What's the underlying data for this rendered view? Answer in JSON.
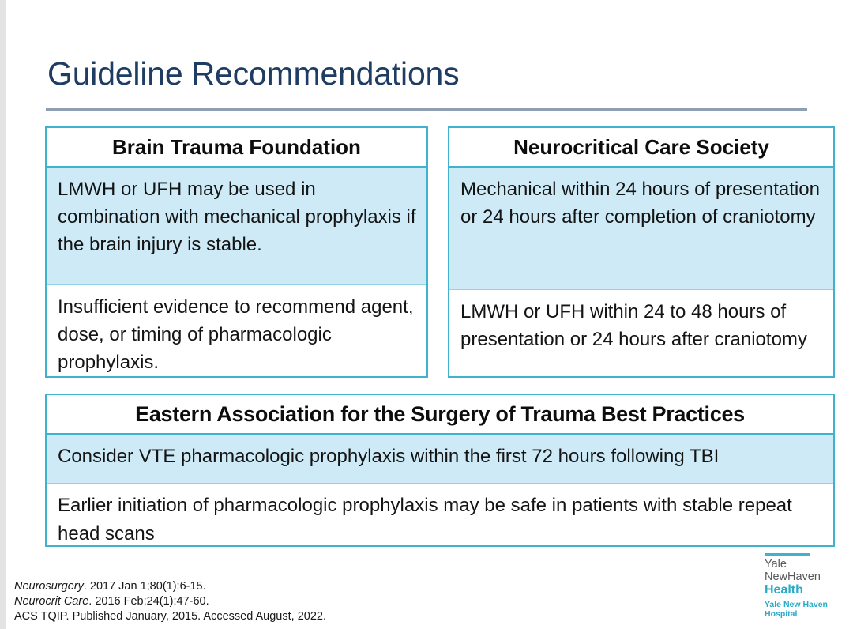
{
  "slide": {
    "title": "Guideline Recommendations"
  },
  "tables": [
    {
      "id": "tbl-btf",
      "name": "brain-trauma-foundation",
      "header": "Brain Trauma Foundation",
      "rows": [
        "LMWH or UFH may be used in combination with mechanical prophylaxis if the brain injury is stable.",
        "Insufficient evidence to recommend agent, dose, or timing of pharmacologic prophylaxis."
      ]
    },
    {
      "id": "tbl-ncs",
      "name": "neurocritical-care-society",
      "header": "Neurocritical Care Society",
      "rows": [
        "Mechanical within 24 hours of presentation or 24 hours after completion of craniotomy",
        "LMWH or UFH within 24 to 48 hours of presentation or 24 hours after craniotomy"
      ]
    },
    {
      "id": "tbl-east",
      "name": "eastern-association-surgery-trauma",
      "header": "Eastern Association for the Surgery of Trauma Best Practices",
      "rows": [
        "Consider VTE pharmacologic prophylaxis within the first 72 hours following TBI",
        "Earlier initiation of pharmacologic prophylaxis may be safe in patients with stable repeat head scans"
      ]
    }
  ],
  "citations": [
    {
      "journal": "Neurosurgery",
      "rest": ". 2017 Jan 1;80(1):6-15."
    },
    {
      "journal": "Neurocrit Care",
      "rest": ". 2016 Feb;24(1):47-60."
    },
    {
      "journal": "",
      "rest": "ACS TQIP. Published January, 2015. Accessed August, 2022."
    }
  ],
  "logo": {
    "line1": "Yale",
    "line2": "NewHaven",
    "line3": "Health",
    "sub1": "Yale New Haven",
    "sub2": "Hospital"
  },
  "colors": {
    "title": "#1f3c63",
    "table_border": "#41b2cd",
    "row_shaded": "#cdeaf6",
    "row_plain": "#ffffff",
    "logo_teal": "#29abc8",
    "rule": "#8e9fb0"
  }
}
